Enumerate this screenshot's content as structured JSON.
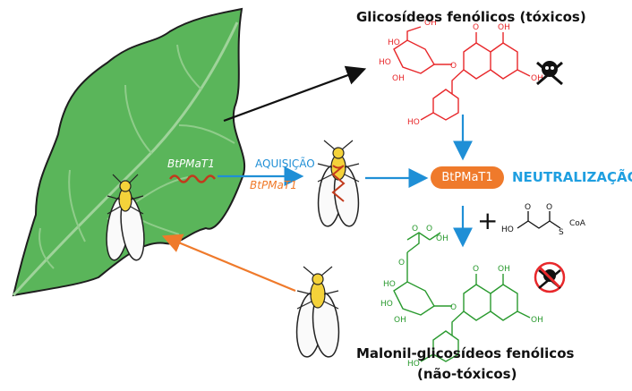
{
  "labels": {
    "top_title": "Glicosídeos fenólicos (tóxicos)",
    "bottom_title_line1": "Malonil-glicosídeos fenólicos",
    "bottom_title_line2": "(não-tóxicos)",
    "acquisition": "AQUISIÇÃO",
    "gene_on_leaf": "BtPMaT1",
    "gene_on_fly": "BtPMaT1",
    "enzyme_pill": "BtPMaT1",
    "neutralization": "NEUTRALIZAÇÃO",
    "plus_sign": "+"
  },
  "chem_labels": {
    "ho": "HO",
    "oh": "OH",
    "o": "O",
    "s": "S",
    "coa": "CoA"
  },
  "colors": {
    "leaf": "#5ab55a",
    "leaf_dark": "#2f7d33",
    "toxic_compound": "#e8282b",
    "nontoxic_compound": "#2a9a2f",
    "blue_arrow": "#1f8fd6",
    "orange_arrow": "#ef7a2b",
    "gene_wave": "#c23a1c"
  }
}
